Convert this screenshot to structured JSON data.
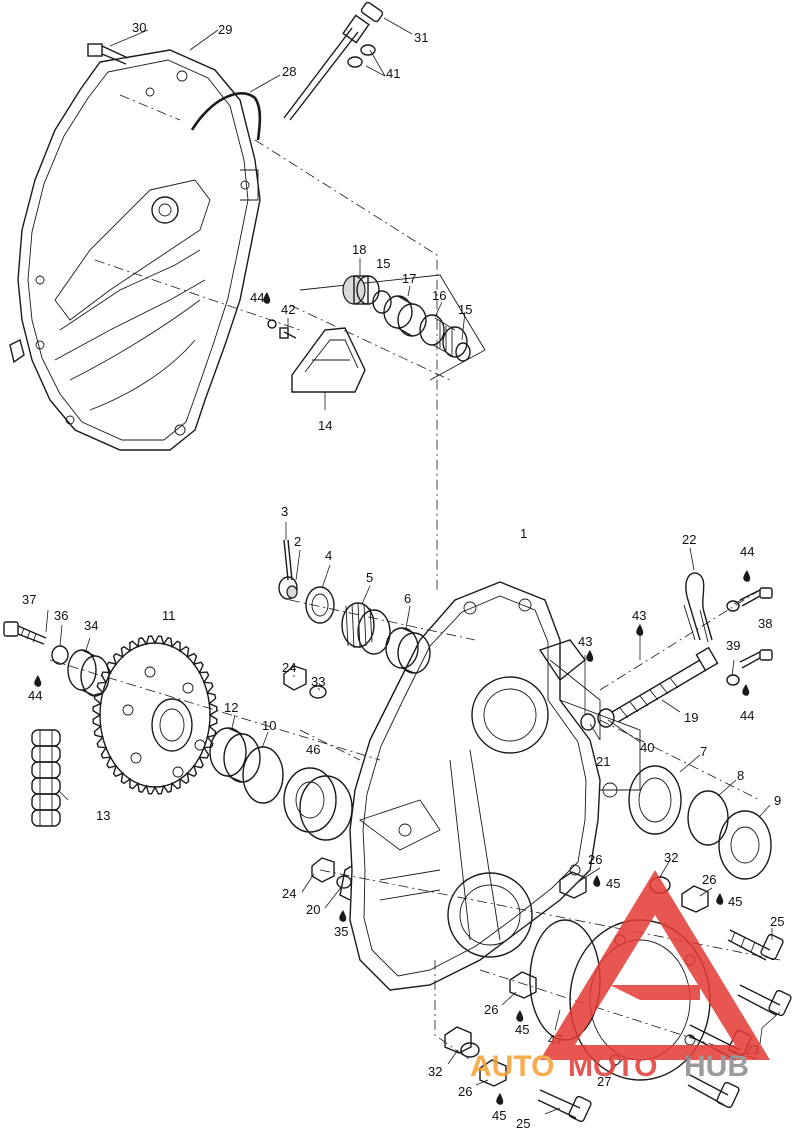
{
  "diagram": {
    "callouts": [
      {
        "id": "c1",
        "label": "1"
      },
      {
        "id": "c2",
        "label": "2"
      },
      {
        "id": "c3",
        "label": "3"
      },
      {
        "id": "c4",
        "label": "4"
      },
      {
        "id": "c5",
        "label": "5"
      },
      {
        "id": "c6",
        "label": "6"
      },
      {
        "id": "c7",
        "label": "7"
      },
      {
        "id": "c8",
        "label": "8"
      },
      {
        "id": "c9",
        "label": "9"
      },
      {
        "id": "c10",
        "label": "10"
      },
      {
        "id": "c11",
        "label": "11"
      },
      {
        "id": "c12",
        "label": "12"
      },
      {
        "id": "c13",
        "label": "13"
      },
      {
        "id": "c14",
        "label": "14"
      },
      {
        "id": "c15a",
        "label": "15"
      },
      {
        "id": "c15b",
        "label": "15"
      },
      {
        "id": "c16",
        "label": "16"
      },
      {
        "id": "c17",
        "label": "17"
      },
      {
        "id": "c18",
        "label": "18"
      },
      {
        "id": "c19",
        "label": "19"
      },
      {
        "id": "c20",
        "label": "20"
      },
      {
        "id": "c21",
        "label": "21"
      },
      {
        "id": "c22",
        "label": "22"
      },
      {
        "id": "c23",
        "label": "23"
      },
      {
        "id": "c24a",
        "label": "24"
      },
      {
        "id": "c24b",
        "label": "24"
      },
      {
        "id": "c25a",
        "label": "25"
      },
      {
        "id": "c25b",
        "label": "25"
      },
      {
        "id": "c26a",
        "label": "26"
      },
      {
        "id": "c26b",
        "label": "26"
      },
      {
        "id": "c26c",
        "label": "26"
      },
      {
        "id": "c26d",
        "label": "26"
      },
      {
        "id": "c27",
        "label": "27"
      },
      {
        "id": "c28",
        "label": "28"
      },
      {
        "id": "c29",
        "label": "29"
      },
      {
        "id": "c30",
        "label": "30"
      },
      {
        "id": "c31",
        "label": "31"
      },
      {
        "id": "c32a",
        "label": "32"
      },
      {
        "id": "c32b",
        "label": "32"
      },
      {
        "id": "c33",
        "label": "33"
      },
      {
        "id": "c34",
        "label": "34"
      },
      {
        "id": "c35",
        "label": "35"
      },
      {
        "id": "c36",
        "label": "36"
      },
      {
        "id": "c37",
        "label": "37"
      },
      {
        "id": "c38",
        "label": "38"
      },
      {
        "id": "c39",
        "label": "39"
      },
      {
        "id": "c40",
        "label": "40"
      },
      {
        "id": "c41",
        "label": "41"
      },
      {
        "id": "c42",
        "label": "42"
      },
      {
        "id": "c43a",
        "label": "43"
      },
      {
        "id": "c43b",
        "label": "43"
      },
      {
        "id": "c44a",
        "label": "44"
      },
      {
        "id": "c44b",
        "label": "44"
      },
      {
        "id": "c44c",
        "label": "44"
      },
      {
        "id": "c44d",
        "label": "44"
      },
      {
        "id": "c45a",
        "label": "45"
      },
      {
        "id": "c45b",
        "label": "45"
      },
      {
        "id": "c45c",
        "label": "45"
      },
      {
        "id": "c45d",
        "label": "45"
      },
      {
        "id": "c46",
        "label": "46"
      },
      {
        "id": "c47",
        "label": "47"
      }
    ]
  },
  "watermark": {
    "part1": "AUTO",
    "part2": "MOTO",
    "part3": "HUB",
    "color_red": "#e53935",
    "color_orange": "#f59f2f",
    "color_gray": "#8a8a8a"
  },
  "colors": {
    "line": "#1a1a1a",
    "background": "#ffffff"
  }
}
